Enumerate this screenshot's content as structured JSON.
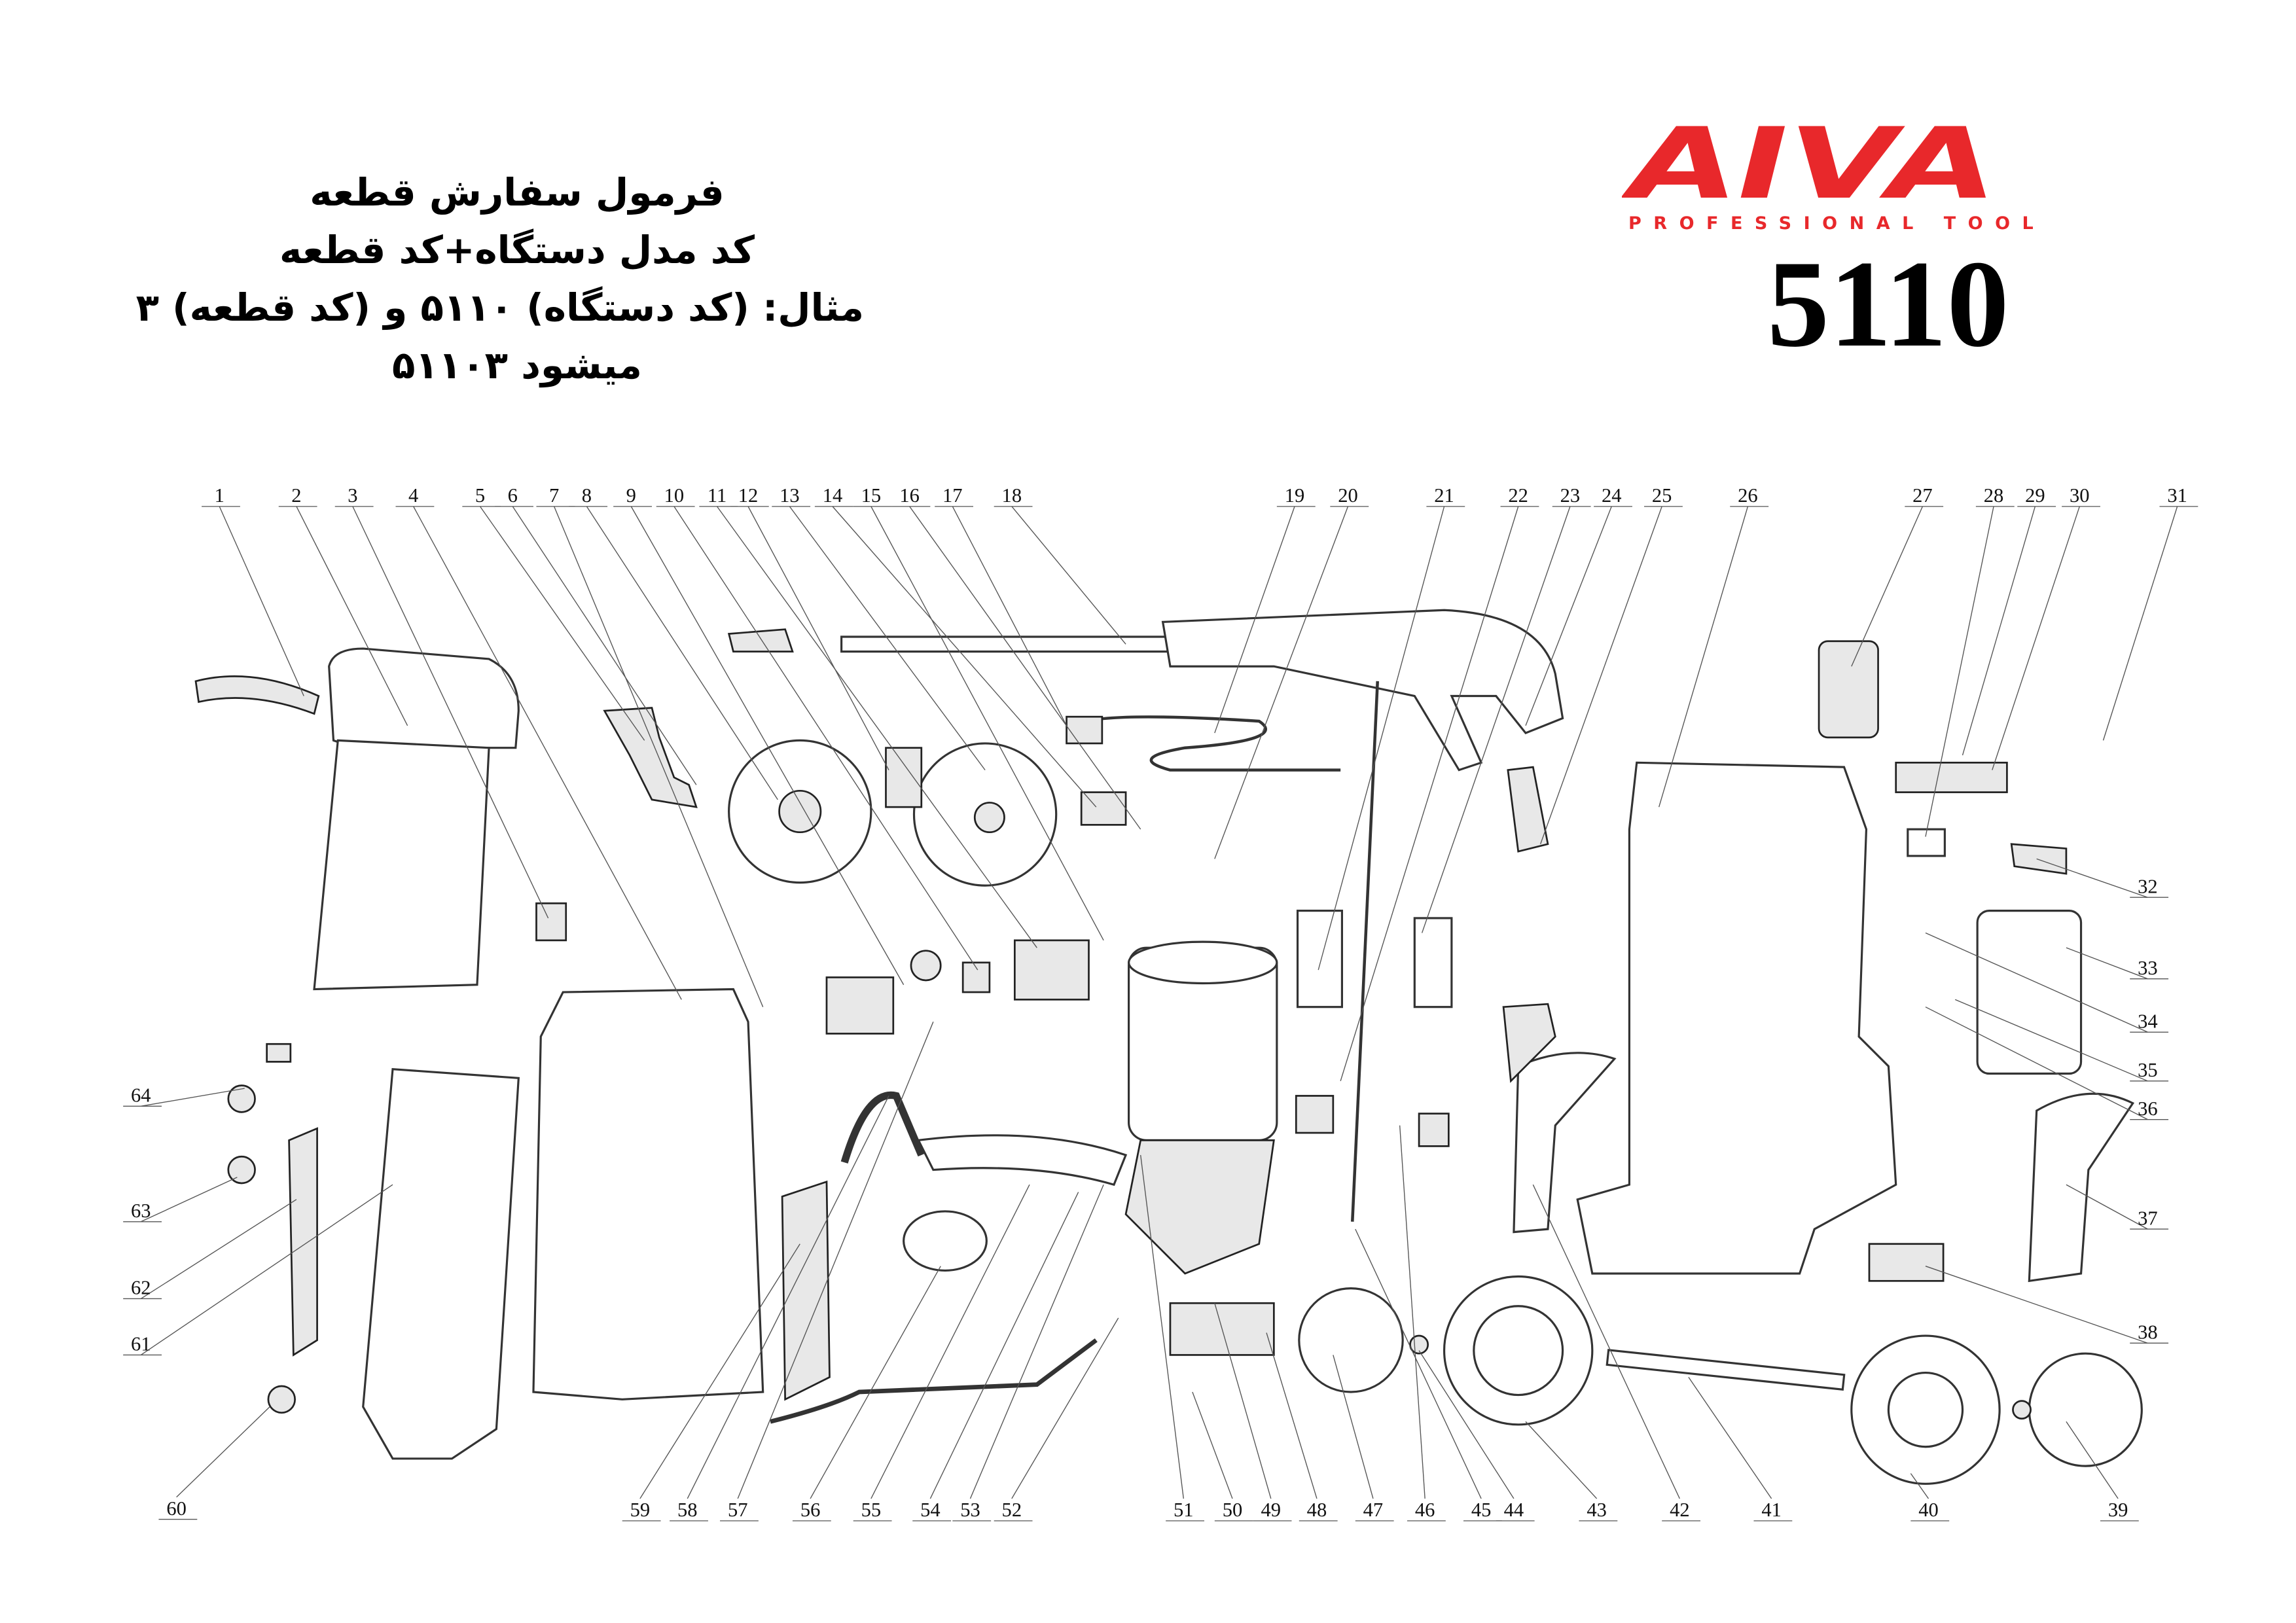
{
  "header": {
    "title_lines": [
      "فرمول سفارش قطعه",
      "کد مدل دستگاه+کد قطعه",
      "مثال: (کد دستگاه) ۵۱۱۰ و (کد قطعه) ۳",
      "میشود ۵۱۱۰۳"
    ],
    "brand": "AIVA",
    "brand_tagline": "PROFESSIONAL TOOLS",
    "model_number": "5110",
    "brand_color": "#e8282b"
  },
  "diagram": {
    "part_numbers": [
      "1",
      "2",
      "3",
      "4",
      "5",
      "6",
      "7",
      "8",
      "9",
      "10",
      "11",
      "12",
      "13",
      "14",
      "15",
      "16",
      "17",
      "18",
      "19",
      "20",
      "21",
      "22",
      "23",
      "24",
      "25",
      "26",
      "27",
      "28",
      "29",
      "30",
      "31",
      "32",
      "33",
      "34",
      "35",
      "36",
      "37",
      "38",
      "39",
      "40",
      "41",
      "42",
      "43",
      "44",
      "45",
      "46",
      "47",
      "48",
      "49",
      "50",
      "51",
      "52",
      "53",
      "54",
      "55",
      "56",
      "57",
      "58",
      "59",
      "60",
      "61",
      "62",
      "63",
      "64"
    ]
  }
}
